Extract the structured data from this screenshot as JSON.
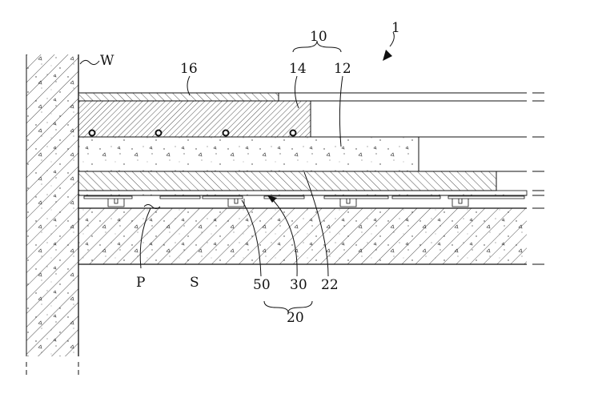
{
  "labels": {
    "assembly": "1",
    "group_top": "10",
    "layer_14": "14",
    "layer_12": "12",
    "layer_16": "16",
    "wall": "W",
    "pipe_space": "P",
    "slab": "S",
    "part_50": "50",
    "part_30": "30",
    "layer_22": "22",
    "group_bottom": "20"
  },
  "colors": {
    "ink": "#111111",
    "background": "#ffffff"
  }
}
